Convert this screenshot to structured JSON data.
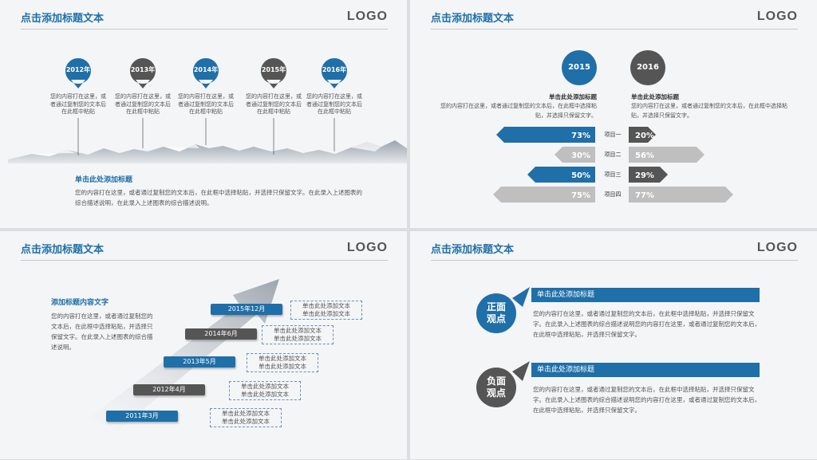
{
  "slides": [
    {
      "title": "点击添加标题文本",
      "logo": "LOGO",
      "pins": [
        {
          "year": "2012年",
          "color": "#1f6fa8",
          "desc": "您的内容打在这里，或者通过复制您的文本后在此框中粘贴"
        },
        {
          "year": "2013年",
          "color": "#555555",
          "desc": "您的内容打在这里，或者通过复制您的文本后在此框中粘贴"
        },
        {
          "year": "2014年",
          "color": "#1f6fa8",
          "desc": "您的内容打在这里，或者通过复制您的文本后在此框中粘贴"
        },
        {
          "year": "2015年",
          "color": "#555555",
          "desc": "您的内容打在这里，或者通过复制您的文本后在此框中粘贴"
        },
        {
          "year": "2016年",
          "color": "#1f6fa8",
          "desc": "您的内容打在这里，或者通过复制您的文本后在此框中粘贴"
        }
      ],
      "subtitle": "单击此处添加标题",
      "body": "您的内容打在这里，或者通过复制您的文本后，在此框中选择粘贴，并选择只保留文字。在此录入上述图表的综合描述说明，在此录入上述图表的综合描述说明。"
    },
    {
      "title": "点击添加标题文本",
      "logo": "LOGO",
      "left": {
        "year": "2015",
        "subtitle": "单击此处添加标题",
        "desc": "您的内容打在这里，或者通过复制您的文本后，在此框中选择粘贴，并选择只保留文字。"
      },
      "right": {
        "year": "2016",
        "subtitle": "单击此处添加标题",
        "desc": "您的内容打在这里，或者通过复制您的文本后，在此框中选择粘贴，并选择只保留文字。"
      },
      "rows": [
        {
          "label": "项目一",
          "left": "73%",
          "right": "20%",
          "left_value": 73,
          "right_value": 20,
          "left_style": "blue",
          "right_style": "dark"
        },
        {
          "label": "项目二",
          "left": "30%",
          "right": "56%",
          "left_value": 30,
          "right_value": 56,
          "left_style": "gray",
          "right_style": "gray"
        },
        {
          "label": "项目三",
          "left": "50%",
          "right": "29%",
          "left_value": 50,
          "right_value": 29,
          "left_style": "blue",
          "right_style": "dark"
        },
        {
          "label": "项目四",
          "left": "75%",
          "right": "77%",
          "left_value": 75,
          "right_value": 77,
          "left_style": "gray",
          "right_style": "gray"
        }
      ],
      "colors": {
        "blue": "#1f6fa8",
        "dark": "#555555",
        "gray": "#bfbfbf"
      }
    },
    {
      "title": "点击添加标题文本",
      "logo": "LOGO",
      "subtitle": "添加标题内容文字",
      "body": "您的内容打在这里，或者通过复制您的文本后，在此框中选择粘贴，并选择只保留文字。在此录入上述图表的综合描述说明。",
      "steps": [
        {
          "date": "2011年3月",
          "color": "#1f6fa8",
          "line1": "单击此处添加文本",
          "line2": "单击此处添加文本"
        },
        {
          "date": "2012年4月",
          "color": "#555555",
          "line1": "单击此处添加文本",
          "line2": "单击此处添加文本"
        },
        {
          "date": "2013年5月",
          "color": "#1f6fa8",
          "line1": "单击此处添加文本",
          "line2": "单击此处添加文本"
        },
        {
          "date": "2014年6月",
          "color": "#555555",
          "line1": "单击此处添加文本",
          "line2": "单击此处添加文本"
        },
        {
          "date": "2015年12月",
          "color": "#1f6fa8",
          "line1": "单击此处添加文本",
          "line2": "单击此处添加文本"
        }
      ]
    },
    {
      "title": "点击添加标题文本",
      "logo": "LOGO",
      "positive": {
        "label1": "正面",
        "label2": "观点",
        "color": "#1f6fa8",
        "header": "单击此处添加标题",
        "body": "您的内容打在这里，或者通过复制您的文本后，在此框中选择粘贴，并选择只保留文字。在此录入上述图表的综合描述说明您的内容打在这里，或者通过复制您的文本后，在此框中选择粘贴，并选择只保留文字。"
      },
      "negative": {
        "label1": "负面",
        "label2": "观点",
        "color": "#555555",
        "header": "单击此处添加标题",
        "body": "您的内容打在这里，或者通过复制您的文本后，在此框中选择粘贴，并选择只保留文字。在此录入上述图表的综合描述说明您的内容打在这里，或者通过复制您的文本后，在此框中选择粘贴，并选择只保留文字。"
      }
    }
  ]
}
